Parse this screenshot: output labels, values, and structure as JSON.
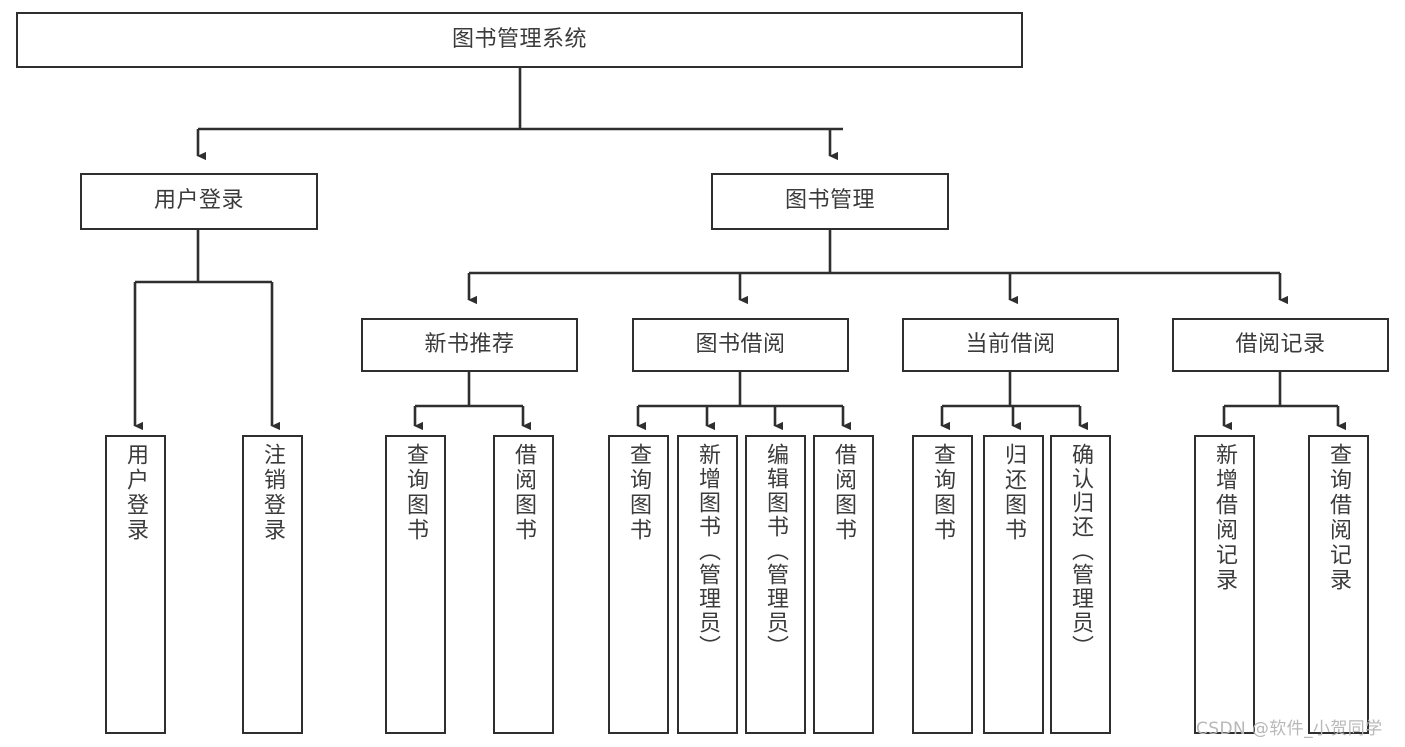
{
  "diagram": {
    "title": "图书管理系统",
    "watermark": "CSDN @软件_小贺同学",
    "colors": {
      "border": "#2f2f2f",
      "text": "#3b3b3b",
      "background": "#ffffff",
      "connector": "#2f2f2f",
      "watermark": "#b8b8b8"
    },
    "root": {
      "label": "图书管理系统"
    },
    "level2": [
      {
        "label": "用户登录"
      },
      {
        "label": "图书管理"
      }
    ],
    "level3": [
      {
        "label": "新书推荐"
      },
      {
        "label": "图书借阅"
      },
      {
        "label": "当前借阅"
      },
      {
        "label": "借阅记录"
      }
    ],
    "leaves": {
      "user_login": [
        {
          "label": "用户登录"
        },
        {
          "label": "注销登录"
        }
      ],
      "new_book_recommend": [
        {
          "label": "查询图书"
        },
        {
          "label": "借阅图书"
        }
      ],
      "book_borrow": [
        {
          "label": "查询图书"
        },
        {
          "label": "新增图书（管理员）"
        },
        {
          "label": "编辑图书（管理员）"
        },
        {
          "label": "借阅图书"
        }
      ],
      "current_borrow": [
        {
          "label": "查询图书"
        },
        {
          "label": "归还图书"
        },
        {
          "label": "确认归还（管理员）"
        }
      ],
      "borrow_record": [
        {
          "label": "新增借阅记录"
        },
        {
          "label": "查询借阅记录"
        }
      ]
    }
  }
}
